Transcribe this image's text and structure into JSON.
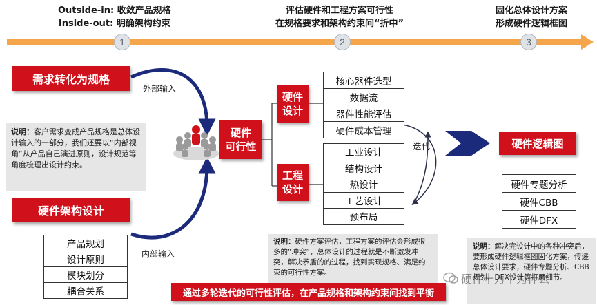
{
  "phases": [
    {
      "line1": "Outside-in: 收敛产品规格",
      "line2": "Inside-out: 明确架构约束",
      "num": "1"
    },
    {
      "line1": "评估硬件和工程方案可行性",
      "line2": "在规格要求和架构约束间“折中”",
      "num": "2"
    },
    {
      "line1": "固化总体设计方案",
      "line2": "形成硬件逻辑框图",
      "num": "3"
    }
  ],
  "left": {
    "req_title": "需求转化为规格",
    "req_note_bold": "说明：",
    "req_note": "客户需求变成产品规格是总体设计输入的一部分，我们还要以“内部视角”从产品自己演进原则，设计规范等角度梳理出设计约束。",
    "arch_title": "硬件架构设计",
    "arch_items": [
      "产品规划",
      "设计原则",
      "模块划分",
      "耦合关系"
    ],
    "external_input": "外部输入",
    "internal_input": "内部输入"
  },
  "center": {
    "feasibility": "硬件\n可行性",
    "hw_design": "硬件\n设计",
    "eng_design": "工程\n设计",
    "hw_items": [
      "核心器件选型",
      "数据流",
      "器件性能评估",
      "硬件成本管理"
    ],
    "eng_items": [
      "工业设计",
      "结构设计",
      "热设计",
      "工艺设计",
      "预布局"
    ],
    "iterate": "迭代",
    "note_bold": "说明：",
    "note": "硬件方案评估，工程方案的评估会形成很多的“冲突”，总体设计的过程就是不断激发冲突，解决矛盾的的过程，找到实现规格、满足约束的可行性方案。"
  },
  "right": {
    "title": "硬件逻辑图",
    "items": [
      "硬件专题分析",
      "硬件CBB",
      "硬件DFX"
    ],
    "note_bold": "说明：",
    "note": "解决完设计中的各种冲突后，要形成硬件逻辑框图固化方案，传递总体设计要求，硬件专题分析、CBB规划、DFX设计等打磨细节。"
  },
  "bottom_banner": "通过多轮迭代的可行性评估，在产品规格和架构约束间找到平衡",
  "watermark": "硬件十万个为什么",
  "colors": {
    "red": "#d0101b",
    "orange": "#f5a54a",
    "navy": "#1c2a7c"
  }
}
